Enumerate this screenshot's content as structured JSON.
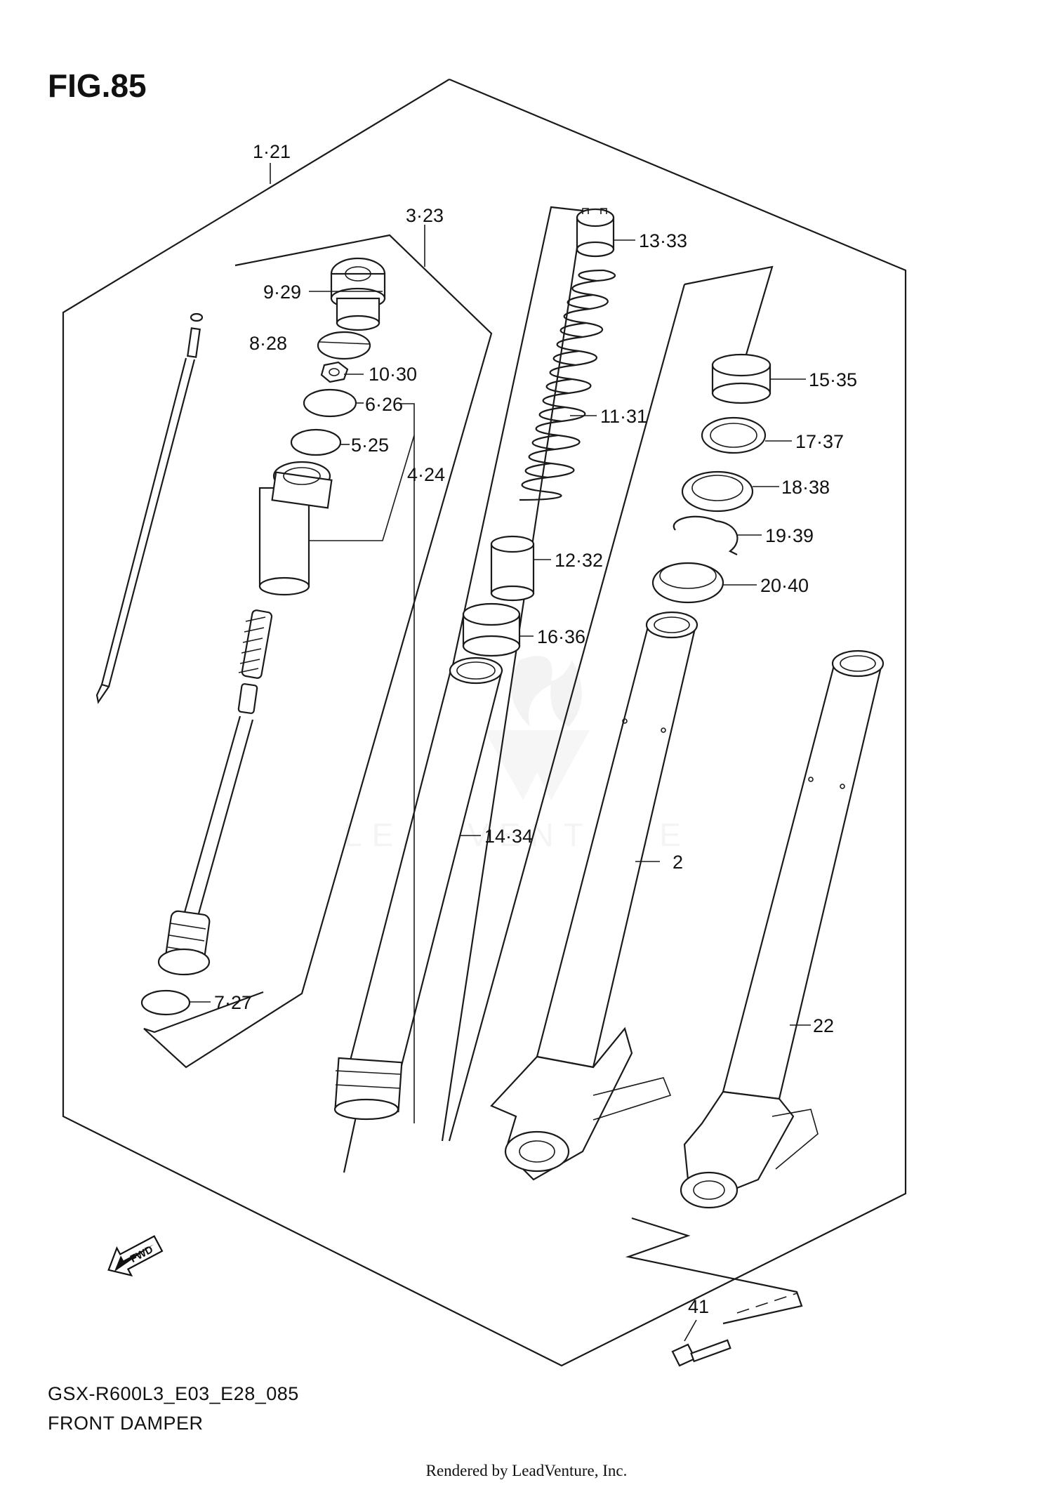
{
  "figure": {
    "title": "FIG.85",
    "model_code": "GSX-R600L3_E03_E28_085",
    "name": "FRONT DAMPER",
    "render_credit": "Rendered by LeadVenture, Inc.",
    "watermark": "LEADVENTURE"
  },
  "callouts": {
    "c1": "1·21",
    "c3": "3·23",
    "c9": "9·29",
    "c8": "8·28",
    "c10": "10·30",
    "c6": "6·26",
    "c5": "5·25",
    "c4": "4·24",
    "c7": "7·27",
    "c13": "13·33",
    "c11": "11·31",
    "c12": "12·32",
    "c16": "16·36",
    "c14": "14·34",
    "c15": "15·35",
    "c17": "17·37",
    "c18": "18·38",
    "c19": "19·39",
    "c20": "20·40",
    "c2": "2",
    "c22": "22",
    "c41": "41"
  },
  "fwd_label": "FWD"
}
